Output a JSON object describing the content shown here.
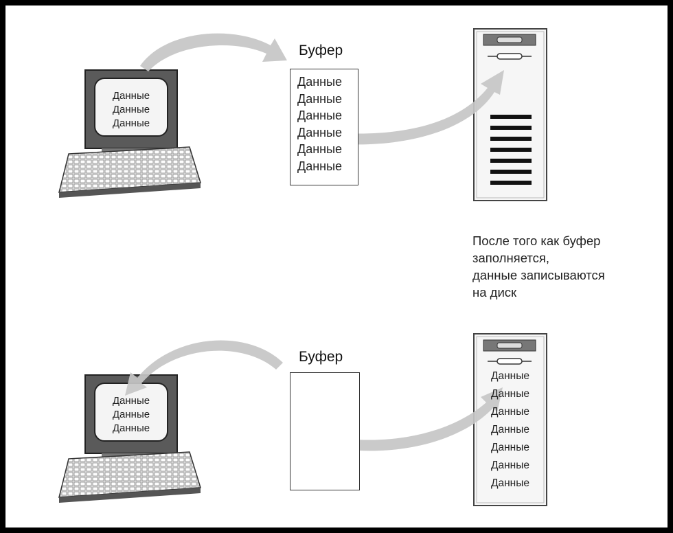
{
  "top": {
    "buffer_title": "Буфер",
    "monitor_lines": [
      "Данные",
      "Данные",
      "Данные"
    ],
    "buffer_lines": [
      "Данные",
      "Данные",
      "Данные",
      "Данные",
      "Данные",
      "Данные"
    ]
  },
  "note": {
    "lines": [
      "После того как буфер",
      "заполняется,",
      "данные записываются",
      "на диск"
    ]
  },
  "bottom": {
    "buffer_title": "Буфер",
    "monitor_lines": [
      "Данные",
      "Данные",
      "Данные"
    ],
    "disk_lines": [
      "Данные",
      "Данные",
      "Данные",
      "Данные",
      "Данные",
      "Данные",
      "Данные"
    ]
  }
}
